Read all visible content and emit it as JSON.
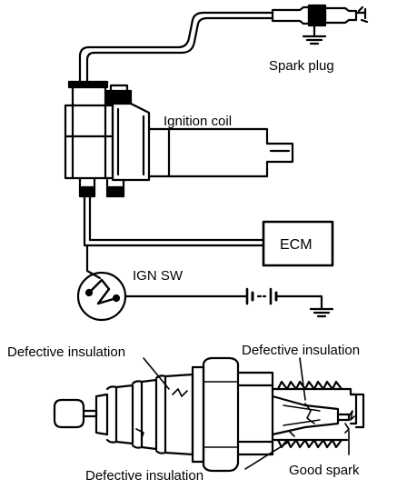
{
  "labels": {
    "spark_plug": "Spark plug",
    "ignition_coil": "Ignition coil",
    "ecm": "ECM",
    "ign_sw": "IGN SW",
    "defective_insulation_left": "Defective insulation",
    "defective_insulation_right": "Defective insulation",
    "defective_insulation_bottom": "Defective insulation",
    "good_spark": "Good spark"
  },
  "colors": {
    "ink": "#000000",
    "background": "#ffffff"
  }
}
